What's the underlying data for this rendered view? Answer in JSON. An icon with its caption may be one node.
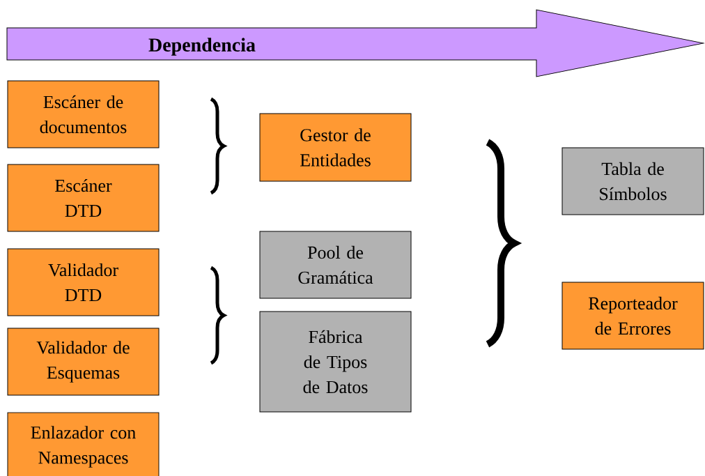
{
  "diagram": {
    "nodes": [
      {
        "text": [
          "Dependencia"
        ]
      },
      {
        "text": [
          "Escáner de documentos"
        ]
      },
      {
        "text": [
          "Gestor de Entidades"
        ]
      },
      {
        "text": [
          "Tabla de Símbolos"
        ]
      },
      {
        "text": [
          "Escáner DTD"
        ]
      },
      {
        "text": [
          "Pool de Gramática"
        ]
      },
      {
        "text": [
          "Validador DTD"
        ]
      },
      {
        "text": [
          "Reporteador de Errores"
        ]
      },
      {
        "text": [
          "Validador de Esquemas"
        ]
      },
      {
        "text": [
          "Fábrica de Tipos de Datos"
        ]
      },
      {
        "text": [
          "Enlazador con Namespaces"
        ]
      }
    ]
  }
}
